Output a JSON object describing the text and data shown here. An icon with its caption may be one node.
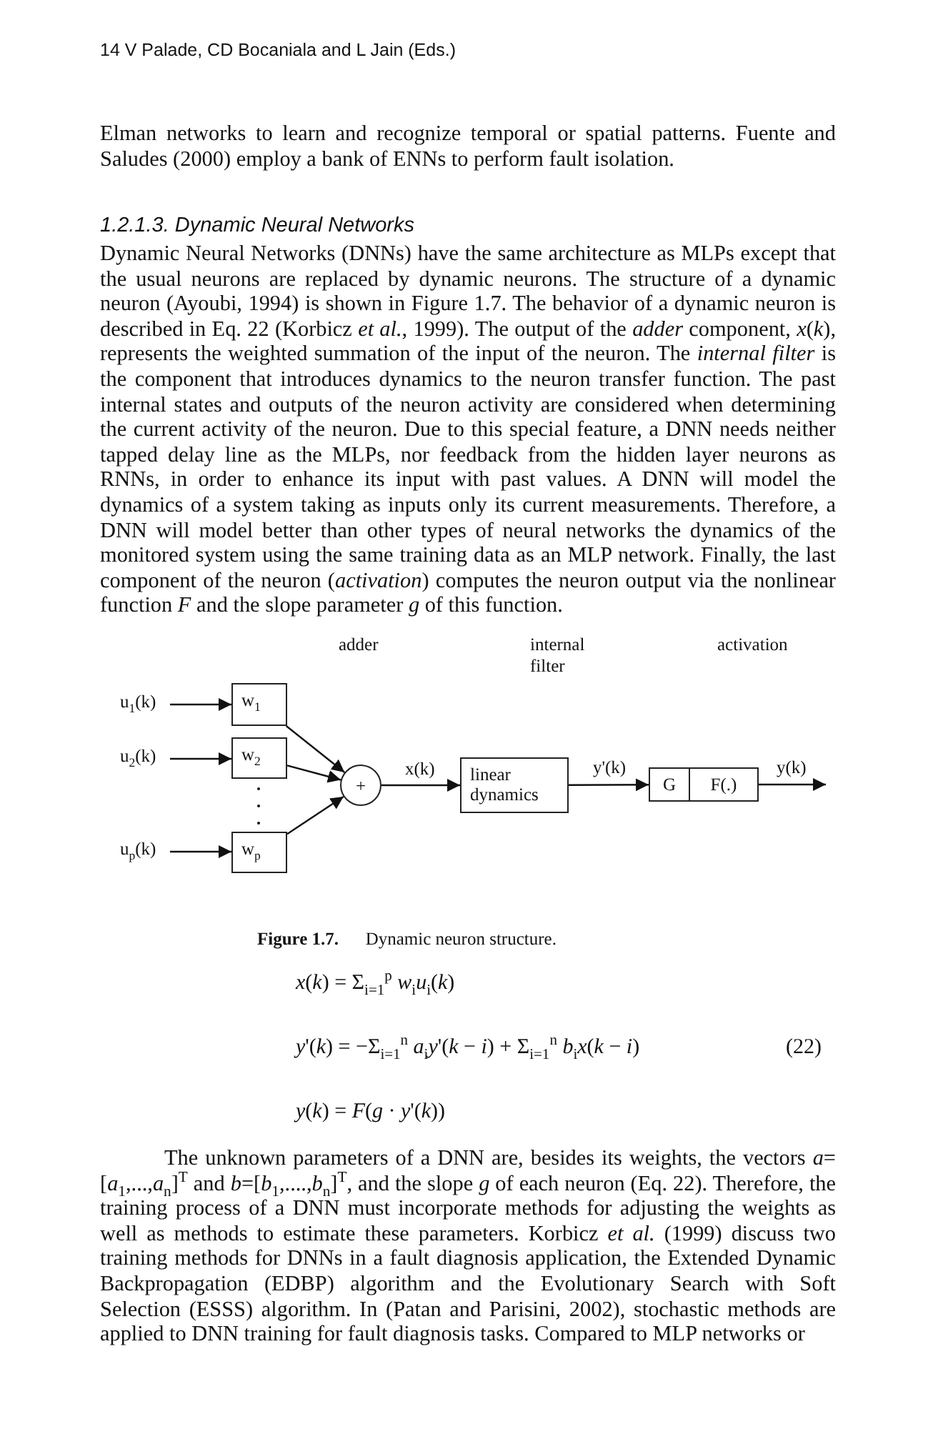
{
  "diagram": {
    "caption": "**Figure 1.7.**      Dynamic neuron structure.",
    "nodes": [
      {
        "text": [
          "u$_{1}$(k)"
        ]
      },
      {
        "text": [
          "u$_{2}$(k)"
        ]
      },
      {
        "text": [
          "u$_{p}$(k)"
        ]
      },
      {
        "text": [
          "w$_{1}$"
        ]
      },
      {
        "text": [
          "w$_{2}$"
        ]
      },
      {
        "text": [
          "w$_{p}$"
        ]
      },
      {
        "text": [
          "+"
        ]
      },
      {
        "text": [
          "linear dynamics"
        ]
      },
      {
        "text": [
          "G",
          "F(.)"
        ]
      }
    ],
    "edges": [
      {
        "from": 0,
        "to": 3,
        "arrow": "to"
      },
      {
        "from": 1,
        "to": 4,
        "arrow": "to"
      },
      {
        "from": 2,
        "to": 5,
        "arrow": "to"
      },
      {
        "from": 3,
        "to": 6,
        "arrow": "to"
      },
      {
        "from": 4,
        "to": 6,
        "arrow": "to"
      },
      {
        "from": 5,
        "to": 6,
        "arrow": "to"
      },
      {
        "from": 6,
        "to": 7,
        "arrow": "to",
        "label": "x(k)"
      },
      {
        "from": 7,
        "to": 8,
        "arrow": "to",
        "label": "y'(k)"
      },
      {
        "from": 8,
        "to": null,
        "arrow": "to",
        "label": "y(k)"
      }
    ],
    "labels": [
      "14   V Palade, CD Bocaniala and L Jain (Eds.)",
      "Elman networks to learn and recognize temporal or spatial patterns. Fuente and Saludes (2000) employ a bank of ENNs to perform fault isolation.",
      "1.2.1.3. Dynamic Neural Networks",
      "Dynamic Neural Networks (DNNs) have the same architecture as MLPs except that the usual neurons are replaced by dynamic neurons. The structure of a dynamic neuron (Ayoubi, 1994) is shown in Figure 1.7. The behavior of a dynamic neuron is described in Eq. 22 (Korbicz *et al.*, 1999). The output of the *adder* component, *x*(*k*), represents the weighted summation of the input of the neuron. The *internal filter* is the component that introduces dynamics to the neuron transfer function. The past internal states and outputs of the neuron activity are considered when determining the current activity of the neuron. Due to this special feature, a DNN needs neither tapped delay line as the MLPs, nor feedback from the hidden layer neurons as RNNs, in order to enhance its input with past values. A DNN will model the dynamics of a system taking as inputs only its current measurements. Therefore, a DNN will model better than other types of neural networks the dynamics of the monitored system using the same training data as an MLP network. Finally, the last component of the neuron (*activation*) computes the neuron output via the nonlinear function *F* and the slope parameter *g* of this function.",
      "adder",
      "internal filter",
      "activation",
      "*x*(*k*) = Σ$_{i=1}$$^{p}$ *w*$_{i}$*u*$_{i}$(*k*)",
      "*y*'(*k*) = −Σ$_{i=1}$$^{n}$ *a*$_{i}$*y*'(*k* − *i*) + Σ$_{i=1}$$^{n}$ *b*$_{i}$*x*(*k* − *i*)",
      "*y*(*k*) = *F*(*g* · *y*'(*k*))",
      "(22)",
      "The unknown parameters of a DNN are, besides its weights, the vectors *a*=[*a*$_{1}$,...,*a*$_{n}$]$^{T}$ and *b*=[*b*$_{1}$,....,*b*$_{n}$]$^{T}$, and the slope *g* of each neuron (Eq. 22). Therefore, the training process of a DNN must incorporate methods for adjusting the weights as well as methods to estimate these parameters. Korbicz *et al.* (1999) discuss two training methods for DNNs in a fault diagnosis application, the Extended Dynamic Backpropagation (EDBP) algorithm and the Evolutionary Search with Soft Selection (ESSS) algorithm. In (Patan and Parisini, 2002), stochastic methods are applied to DNN training for fault diagnosis tasks. Compared to MLP networks or"
    ]
  }
}
